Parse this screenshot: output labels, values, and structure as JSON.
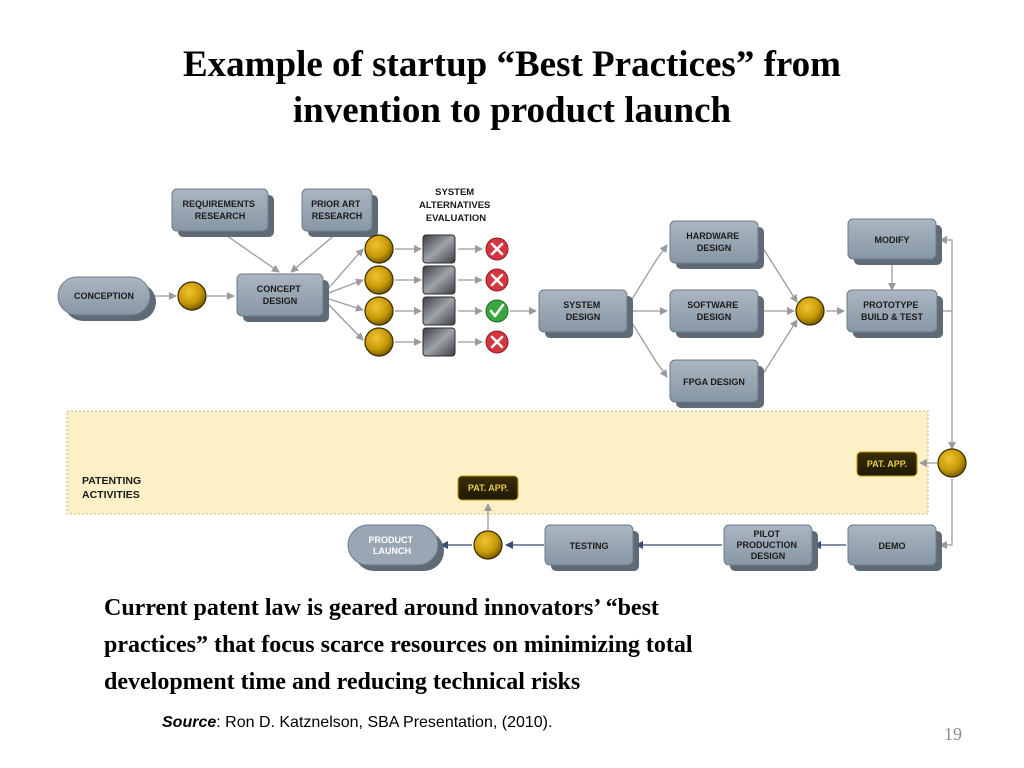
{
  "title": {
    "line1": "Example of startup “Best Practices” from",
    "line2": "invention to product launch"
  },
  "diagram": {
    "boxes": {
      "conception": [
        "CONCEPTION"
      ],
      "requirements": [
        "REQUIREMENTS",
        "RESEARCH"
      ],
      "prior_art": [
        "PRIOR ART",
        "RESEARCH"
      ],
      "concept_design": [
        "CONCEPT",
        "DESIGN"
      ],
      "system_design": [
        "SYSTEM",
        "DESIGN"
      ],
      "hardware_design": [
        "HARDWARE",
        "DESIGN"
      ],
      "software_design": [
        "SOFTWARE",
        "DESIGN"
      ],
      "fpga_design": [
        "FPGA DESIGN"
      ],
      "modify": [
        "MODIFY"
      ],
      "prototype": [
        "PROTOTYPE",
        "BUILD & TEST"
      ],
      "demo": [
        "DEMO"
      ],
      "pilot": [
        "PILOT",
        "PRODUCTION",
        "DESIGN"
      ],
      "testing": [
        "TESTING"
      ],
      "product_launch": [
        "PRODUCT",
        "LAUNCH"
      ]
    },
    "sys_alt": [
      "SYSTEM",
      "ALTERNATIVES",
      "EVALUATION"
    ],
    "patenting": [
      "PATENTING",
      "ACTIVITIES"
    ],
    "pat_app": "PAT. APP.",
    "evaluation_results": [
      "reject",
      "reject",
      "accept",
      "reject"
    ]
  },
  "body": {
    "line1": "Current patent law is geared around innovators’ “best",
    "line2": "practices” that focus scarce resources on minimizing total",
    "line3": "development time and reducing technical risks"
  },
  "source": {
    "label": "Source",
    "text": ": Ron D. Katznelson, SBA Presentation, (2010)."
  },
  "page_number": "19",
  "colors": {
    "box_fill": "#95a3b0",
    "box_shadow": "#5e6b77",
    "circle_fill": "#c69a06",
    "circle_stroke": "#3a2a00",
    "patent_band": "#fbf0c6",
    "patent_border": "#c9b987",
    "pat_box_fill": "#2a2103",
    "pat_box_text": "#e8c94a",
    "reject": "#d63540",
    "accept": "#3aa63e",
    "arrow": "#9b9b9b",
    "arrow_dark": "#3d4b78"
  }
}
